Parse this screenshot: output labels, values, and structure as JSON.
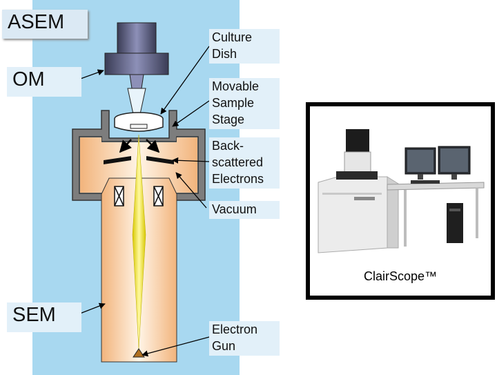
{
  "title": "ASEM",
  "labels": {
    "om": "OM",
    "sem": "SEM",
    "culture_dish": "Culture\nDish",
    "movable_stage": "Movable\nSample\nStage",
    "backscattered": "Back-\nscattered\nElectrons",
    "vacuum": "Vacuum",
    "electron_gun": "Electron\nGun"
  },
  "photo_caption": "ClairScope™"
}
